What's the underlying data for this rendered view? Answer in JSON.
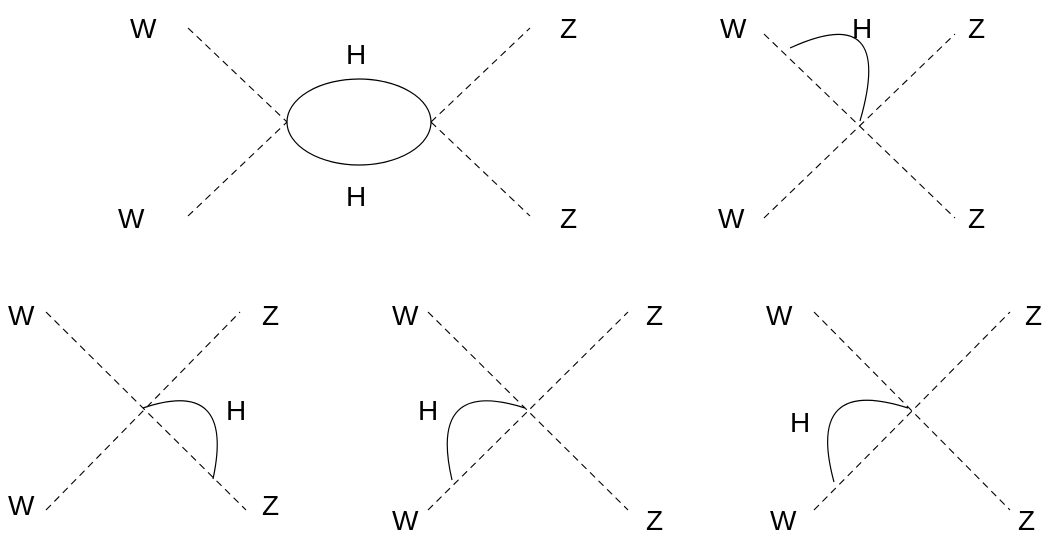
{
  "diagrams": [
    {
      "id": "d1",
      "labels": {
        "w_top": "W",
        "w_bottom": "W",
        "z_top": "Z",
        "z_bottom": "Z",
        "h_top": "H",
        "h_bottom": "H"
      }
    },
    {
      "id": "d2",
      "labels": {
        "w_top": "W",
        "w_bottom": "W",
        "z_top": "Z",
        "z_bottom": "Z",
        "h": "H"
      }
    },
    {
      "id": "d3",
      "labels": {
        "w_top": "W",
        "w_bottom": "W",
        "z_top": "Z",
        "z_bottom": "Z",
        "h": "H"
      }
    },
    {
      "id": "d4",
      "labels": {
        "w_top": "W",
        "w_bottom": "W",
        "z_top": "Z",
        "z_bottom": "Z",
        "h": "H"
      }
    },
    {
      "id": "d5",
      "labels": {
        "w_top": "W",
        "w_bottom": "W",
        "z_top": "Z",
        "z_bottom": "Z",
        "h": "H"
      }
    }
  ]
}
